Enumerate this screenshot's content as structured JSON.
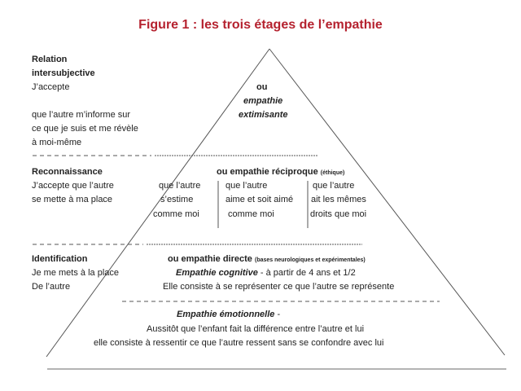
{
  "title": "Figure 1 : les trois étages de l’empathie",
  "level1": {
    "heading1": "Relation",
    "heading2": "intersubjective",
    "lines": [
      "J’accepte",
      "que l’autre m’informe sur",
      "ce que je suis et me révèle",
      "à moi-même"
    ],
    "ou": "ou",
    "name1": "empathie",
    "name2": "extimisante"
  },
  "level2": {
    "heading": "Reconnaissance",
    "title": "ou empathie réciproque",
    "title_note": "(éthique)",
    "lines": [
      "J’accepte que l’autre",
      "se mette à ma place"
    ],
    "col1": [
      "que l’autre",
      "s’estime",
      "comme moi"
    ],
    "col2": [
      "que l’autre",
      "aime et soit aimé",
      "comme moi"
    ],
    "col3": [
      "que l’autre",
      "ait les mêmes",
      "droits que moi"
    ]
  },
  "level3": {
    "heading": "Identification",
    "title": "ou  empathie directe",
    "title_note": "(bases neurologiques et expérimentales)",
    "lines": [
      "Je me mets à la place",
      "De l’autre"
    ],
    "cognitive": "Empathie cognitive",
    "cognitive_note": " - à partir de 4 ans et 1/2",
    "cognitive_desc": "Elle consiste à se représenter ce que l’autre se représente",
    "emotional": "Empathie émotionnelle",
    "emotional_dash": " -",
    "emotional_desc1": "Aussitôt que l’enfant fait la différence entre l’autre et lui",
    "emotional_desc2": "elle consiste à ressentir ce que l’autre ressent sans se confondre avec lui"
  }
}
